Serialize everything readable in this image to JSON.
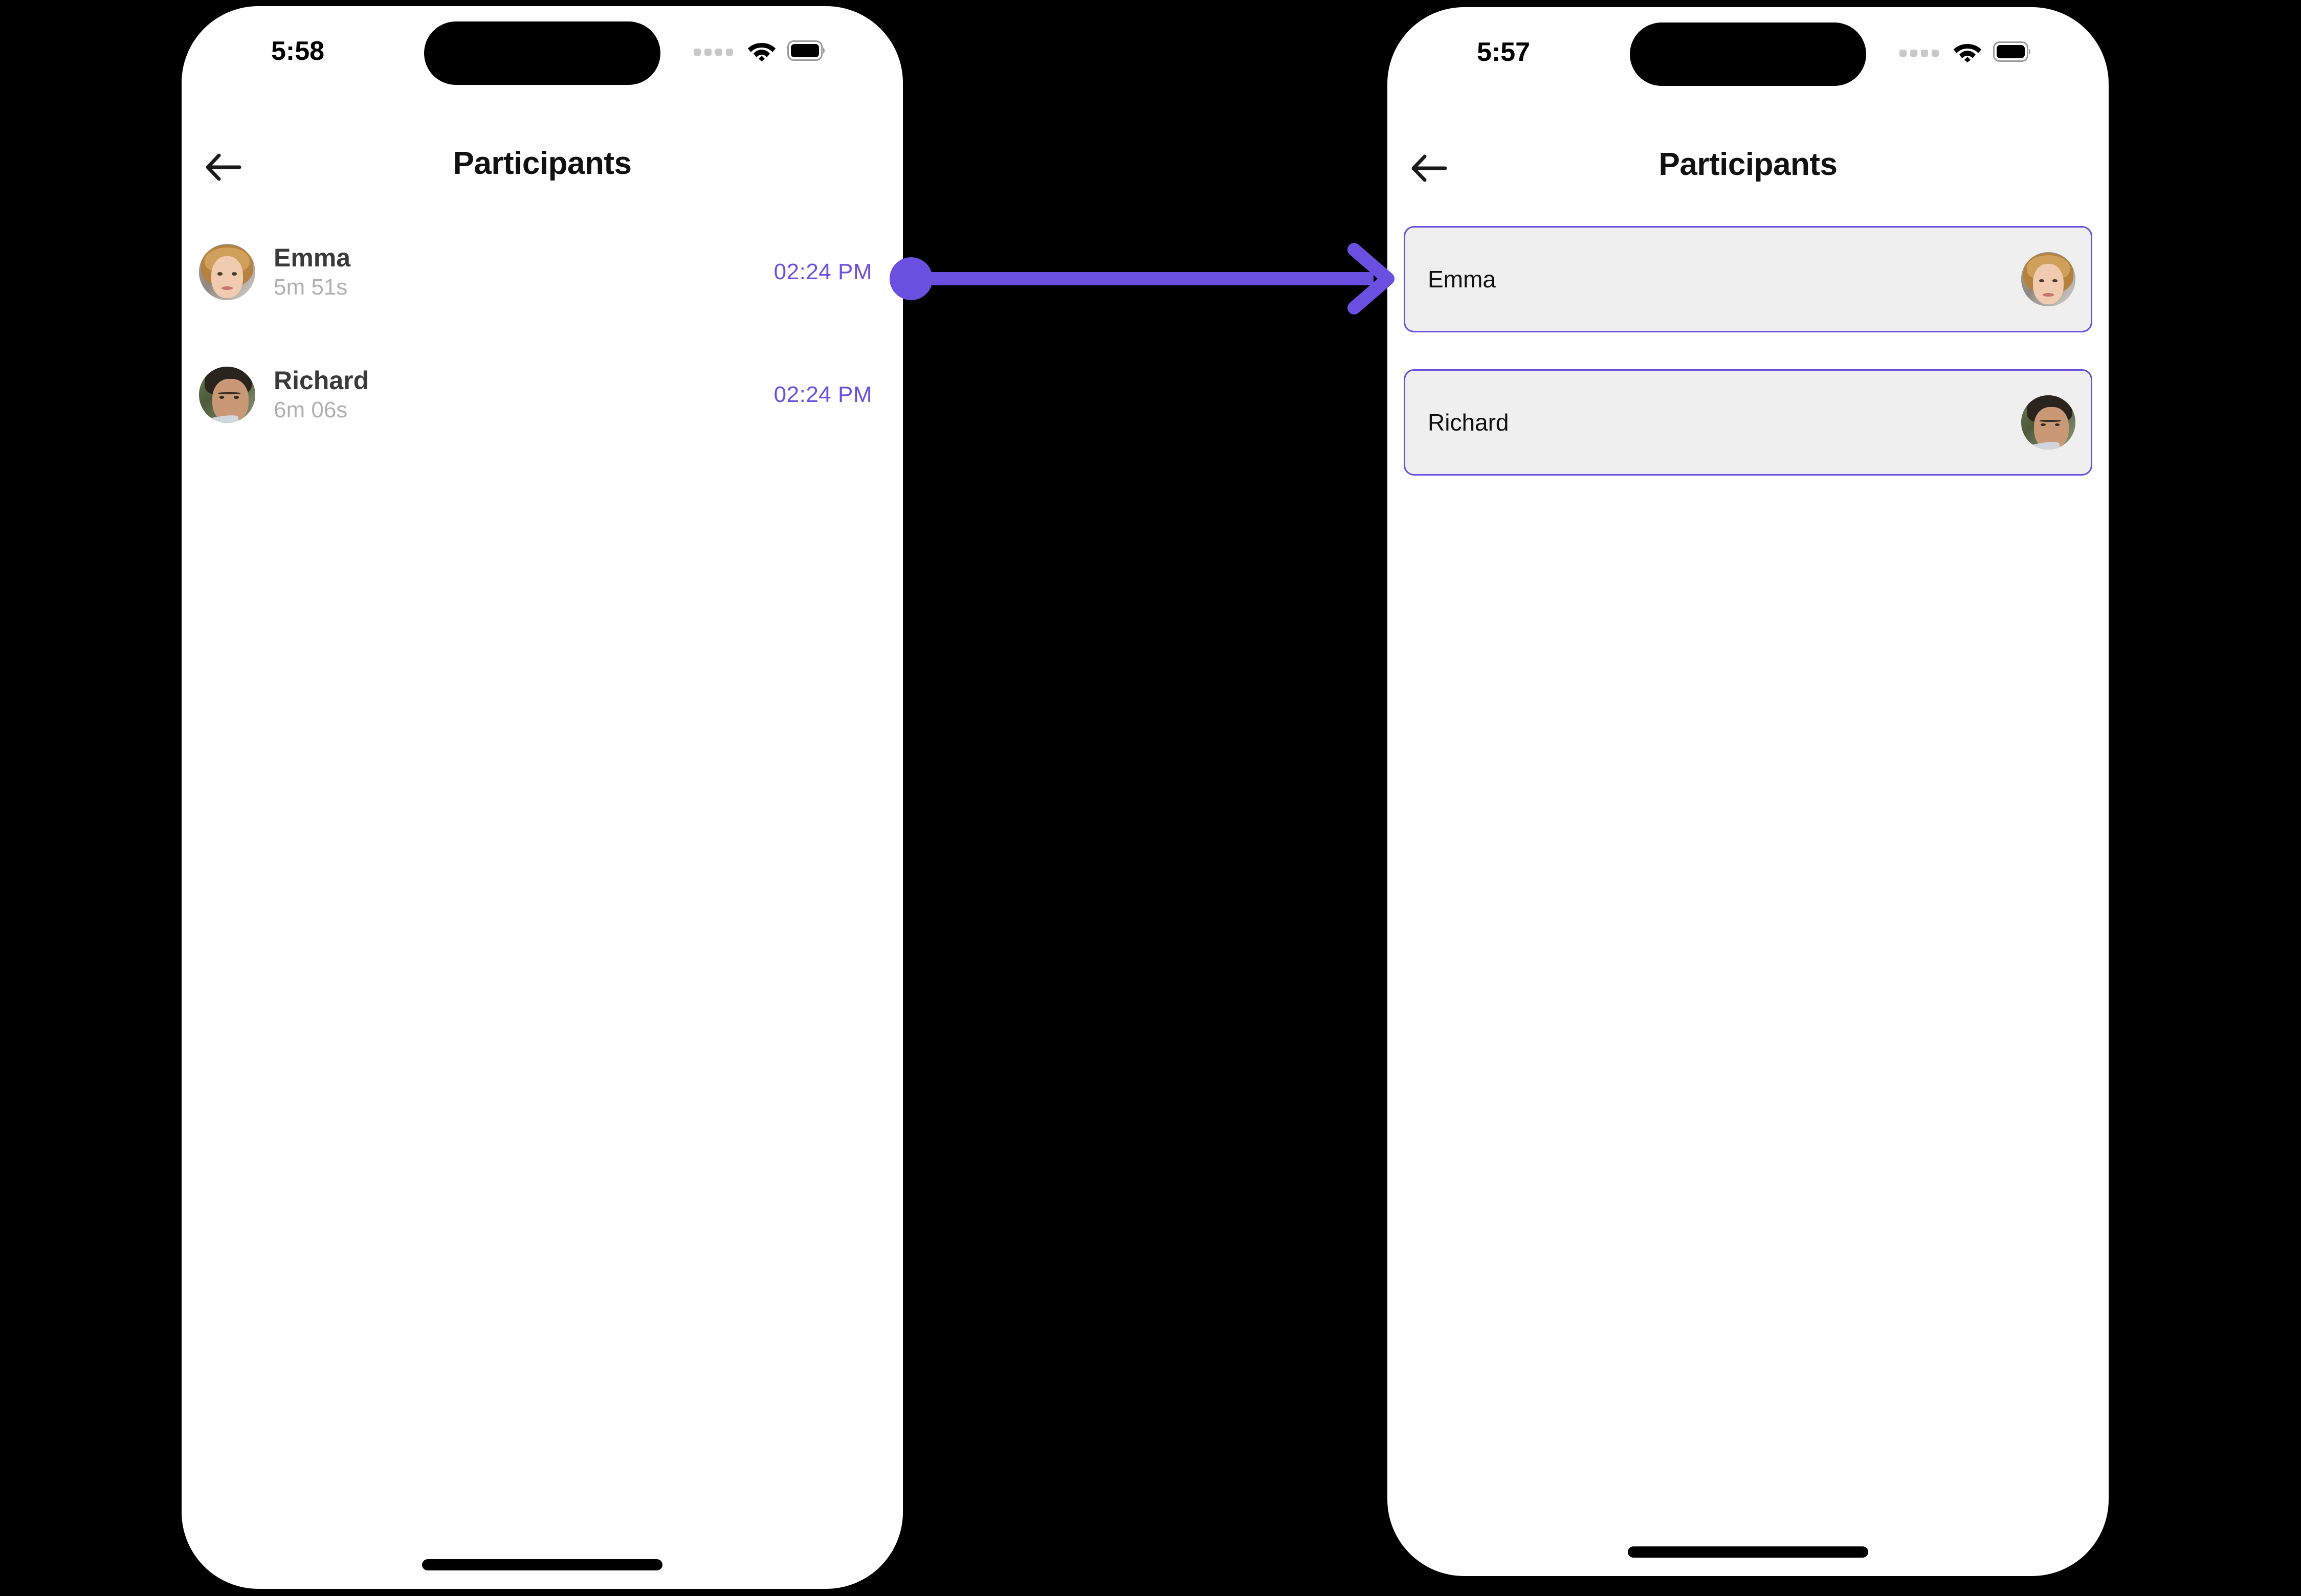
{
  "theme": {
    "accent": "#6B4FE0",
    "card_bg": "#EFEFEF",
    "page_bg": "#000000",
    "screen_bg": "#FFFFFF",
    "title_color": "#111111",
    "name_color": "#3A3A3A",
    "duration_color": "#B0B0B0"
  },
  "screens": [
    {
      "id": "participants-durations",
      "status_bar": {
        "time": "5:58",
        "signal_icon": "signal-dots-icon",
        "wifi_icon": "wifi-icon",
        "battery_icon": "battery-icon"
      },
      "nav": {
        "back_icon": "back-arrow-icon",
        "title": "Participants"
      },
      "participants": [
        {
          "name": "Emma",
          "duration": "5m 51s",
          "time": "02:24 PM",
          "avatar": "emma-avatar"
        },
        {
          "name": "Richard",
          "duration": "6m 06s",
          "time": "02:24 PM",
          "avatar": "richard-avatar"
        }
      ],
      "home_indicator": "home-indicator"
    },
    {
      "id": "participants-cards",
      "status_bar": {
        "time": "5:57",
        "signal_icon": "signal-dots-icon",
        "wifi_icon": "wifi-icon",
        "battery_icon": "battery-icon"
      },
      "nav": {
        "back_icon": "back-arrow-icon",
        "title": "Participants"
      },
      "participants": [
        {
          "name": "Emma",
          "avatar": "emma-avatar"
        },
        {
          "name": "Richard",
          "avatar": "richard-avatar"
        }
      ],
      "home_indicator": "home-indicator"
    }
  ],
  "connector": {
    "kind": "flow-arrow",
    "color": "#6B4FE0",
    "from": "participants-durations.emma-row-time",
    "to": "participants-cards.emma-card"
  }
}
